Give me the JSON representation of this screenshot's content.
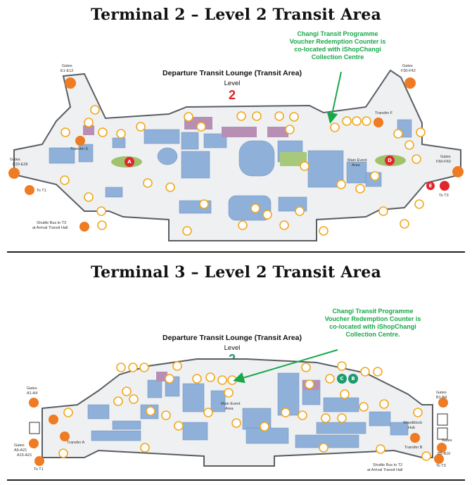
{
  "terminal2": {
    "heading": "Terminal 2 – Level 2 Transit Area",
    "callout": [
      "Changi Transit Programme",
      "Voucher Redemption Counter is",
      "co-located with iShopChangi",
      "Collection Centre"
    ],
    "lounge_title": "Departure Transit Lounge (Transit Area)",
    "level_label": "Level",
    "level_number": "2",
    "level_color": "#d9262b",
    "labels": {
      "gates_e1_e12": [
        "Gates",
        "E1-E12"
      ],
      "gates_f30_f42": [
        "Gates",
        "F30-F42"
      ],
      "gates_e20_e28": [
        "Gates",
        "E20-E28"
      ],
      "gates_f50_f60": [
        "Gates",
        "F50-F60"
      ],
      "transfer_e": "Transfer E",
      "transfer_f": "Transfer F",
      "main_event": [
        "Main Event",
        "Area"
      ],
      "to_t1": "To T1",
      "to_t3": "To T3",
      "shuttle": [
        "Shuttle Bus to T3",
        "at Arrival Transit Hall"
      ]
    },
    "markers": [
      "A",
      "D",
      "E"
    ]
  },
  "terminal3": {
    "heading": "Terminal 3 – Level 2 Transit Area",
    "callout": [
      "Changi Transit Programme",
      "Voucher Redemption Counter is",
      "co-located with iShopChangi",
      "Collection Centre."
    ],
    "lounge_title": "Departure Transit Lounge (Transit Area)",
    "level_label": "Level",
    "level_number": "2",
    "level_color": "#1a9a6e",
    "labels": {
      "gates_a1_a4": [
        "Gates",
        "A1-A4"
      ],
      "gates_b1_b4": [
        "Gates",
        "B1-B4"
      ],
      "gates_a19_a21": [
        "Gates",
        "A9-A21",
        "A15-A21"
      ],
      "gates_b5_b10": [
        "Gates",
        "B5-B10"
      ],
      "transfer_a": "Transfer A",
      "transfer_b": "Transfer B",
      "main_event": [
        "Main Event",
        "Area"
      ],
      "woodblock": [
        "Woodblock",
        "Hub"
      ],
      "to_t1": "To T1",
      "to_t3": "To T3",
      "shuttle": [
        "Shuttle Bus to T2",
        "at Arrival Transit Hall"
      ]
    },
    "markers": [
      "C",
      "B"
    ]
  },
  "colors": {
    "floor": "#eef0f2",
    "outline": "#5a5d62",
    "shop_blue": "#8fb0d9",
    "lounge_purple": "#b78fb5",
    "garden_green": "#a9c97a",
    "icon_ring": "#f2a81d",
    "gate_orange": "#ef7b22",
    "callout_green": "#18a84a",
    "marker_red": "#e0272d",
    "marker_teal": "#1a9a6e"
  }
}
